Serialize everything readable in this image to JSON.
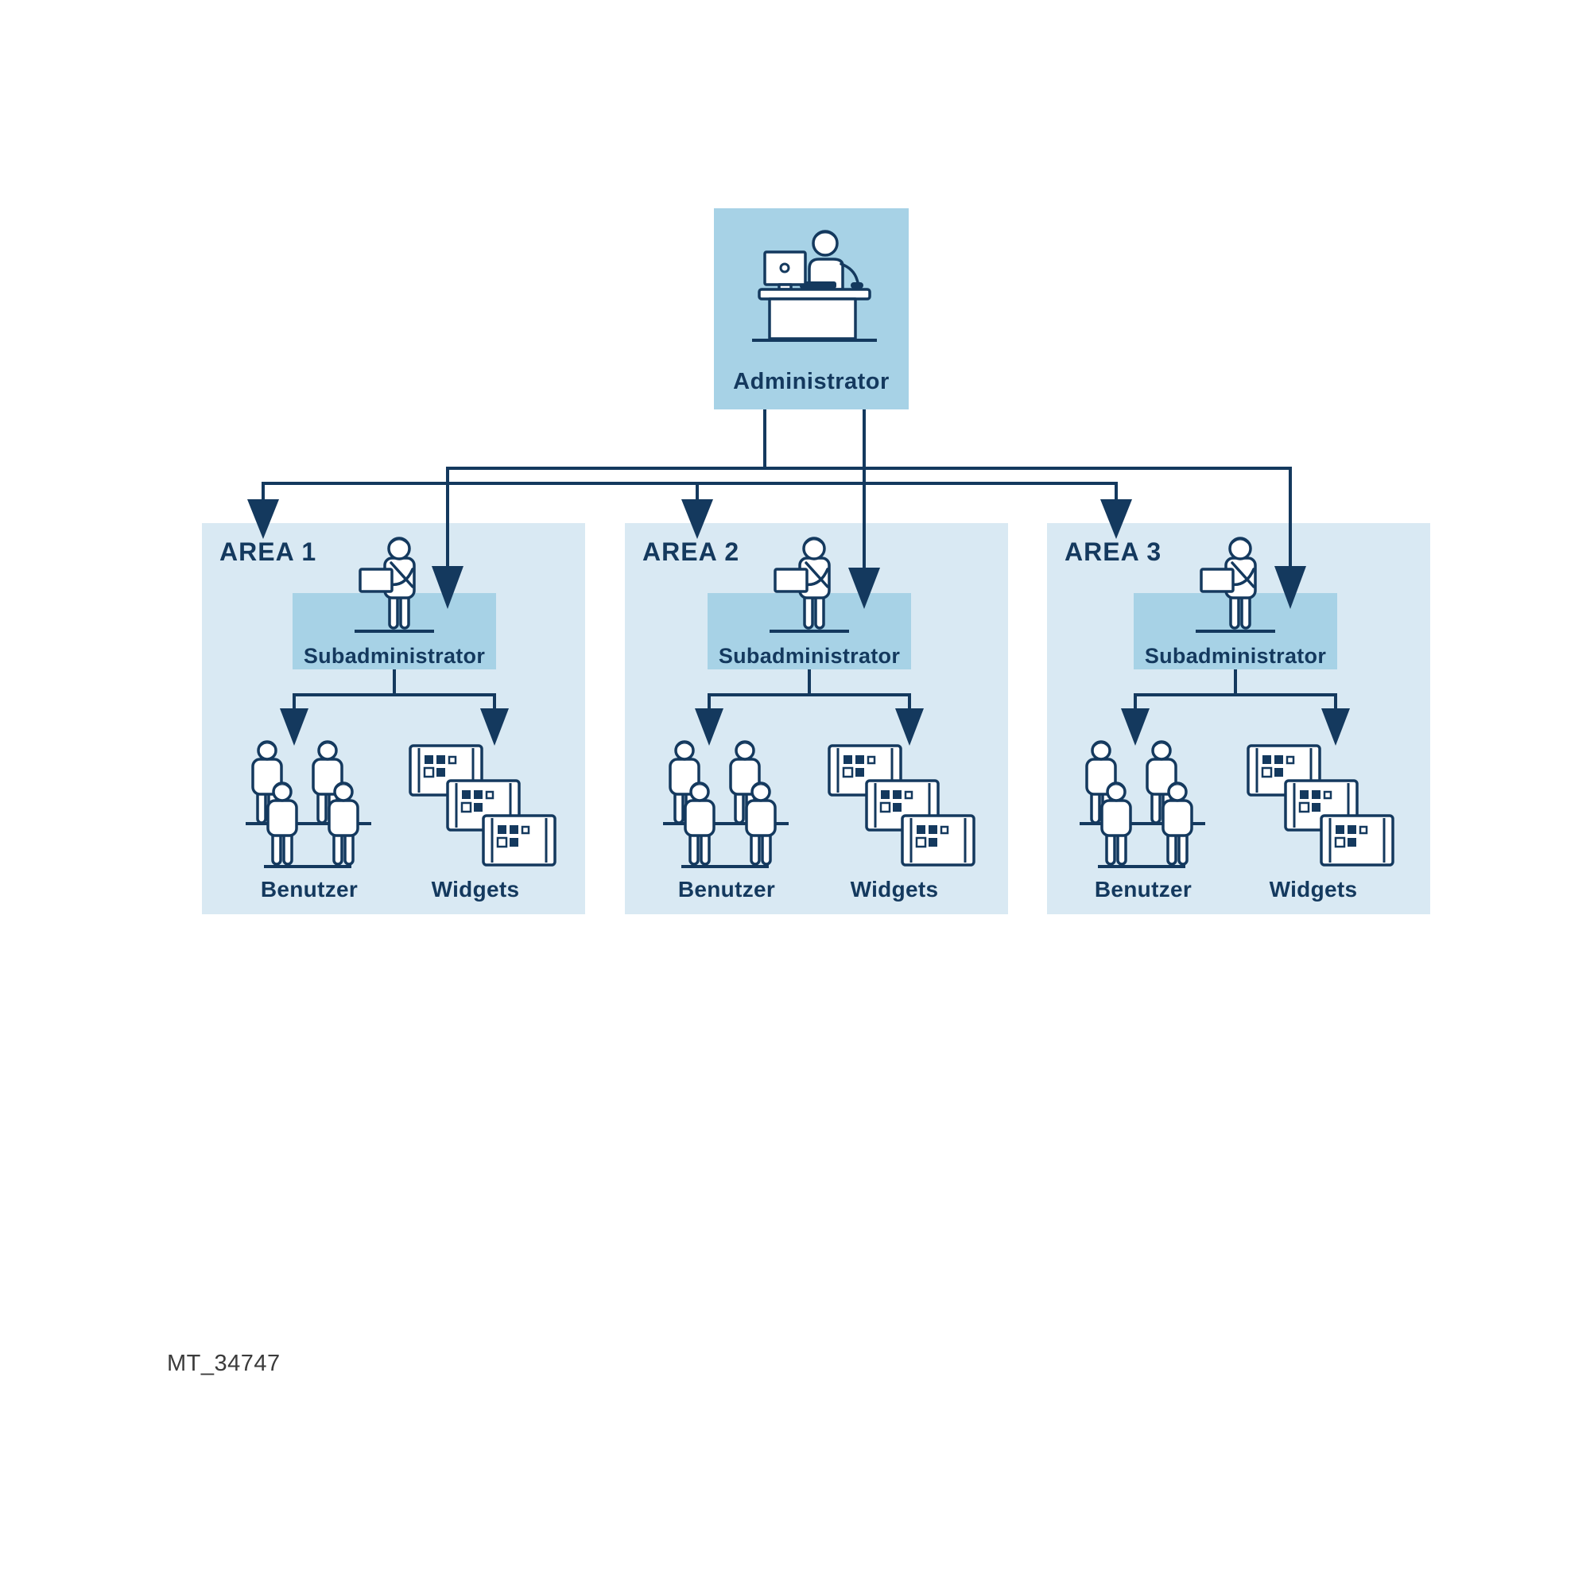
{
  "diagram": {
    "figure_code": "MT_34747",
    "administrator": {
      "label": "Administrator",
      "icon": "person-at-desk-icon"
    },
    "subadmin_icon": "person-with-box-icon",
    "users_icon": "user-group-icon",
    "widgets_icon": "widget-stack-icon",
    "areas": [
      {
        "name": "AREA 1",
        "subadministrator": "Subadministrator",
        "users_label": "Benutzer",
        "widgets_label": "Widgets"
      },
      {
        "name": "AREA 2",
        "subadministrator": "Subadministrator",
        "users_label": "Benutzer",
        "widgets_label": "Widgets"
      },
      {
        "name": "AREA 3",
        "subadministrator": "Subadministrator",
        "users_label": "Benutzer",
        "widgets_label": "Widgets"
      }
    ],
    "colors": {
      "background": "#ffffff",
      "area_fill": "#d9e9f3",
      "box_fill": "#a7d2e6",
      "line": "#14395e",
      "label_text": "#14395e",
      "code_text": "#3b3b3b"
    }
  }
}
